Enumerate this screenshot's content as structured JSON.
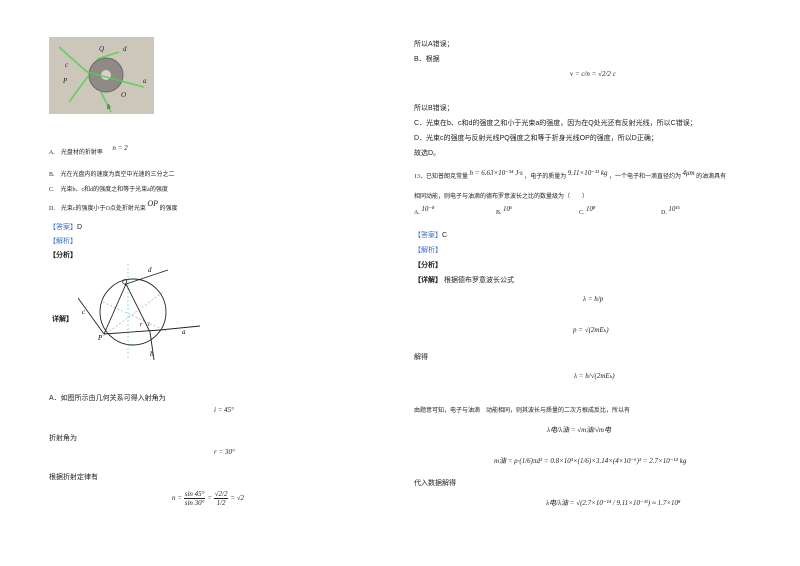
{
  "left": {
    "photo_labels": [
      "Q",
      "d",
      "c",
      "P",
      "a",
      "O",
      "b"
    ],
    "options": {
      "A": "A.　光盘材的折射率",
      "A_eq": "n = 2",
      "B": "B.　光在光盘内的速度为真空中光速的三分之二",
      "C": "C.　光束b、c和d的强度之和等于光束a的强度",
      "D": "D.　光束c的强度小于O点处折射光束",
      "D_tail": "的强度",
      "D_OP": "OP"
    },
    "answer_tag": "【答案】",
    "answer_value": "D",
    "jiexi_tag": "【解析】",
    "fenxi_tag": "【分析】",
    "xiangjie_tag": "详解】",
    "diagram_labels": [
      "d",
      "Q",
      "c",
      "r",
      "i",
      "P",
      "a",
      "b"
    ],
    "line_A": "A．如图所示由几何关系可得入射角为",
    "eq_i": "i = 45°",
    "line_zhe": "折射角为",
    "eq_r": "r = 30°",
    "line_law": "根据折射定律有",
    "eq_n_lhs": "n =",
    "eq_n_num": "sin 45°",
    "eq_n_den": "sin 30°",
    "eq_n_mid_num": "√2/2",
    "eq_n_mid_den": "1/2",
    "eq_n_rhs": "= √2"
  },
  "right": {
    "l1": "所以A错误；",
    "l2": "B．根据",
    "eq_v": "v = c/n = √2/2 c",
    "l3": "所以B错误；",
    "l4": "C．光束在b、c和d的强度之和小于光束a的强度，因为在Q处光还有反射光线，所以C错误；",
    "l5": "D．光束c的强度与反射光线PQ强度之和等于折身光线OP的强度，所以D正确；",
    "l6": "故选D。",
    "q13_a": "13．已知普朗克常量",
    "q13_h": "h = 6.63×10⁻³⁴ J·s",
    "q13_b": "，电子的质量为",
    "q13_m": "9.11×10⁻³¹ kg",
    "q13_c": "，一个电子和一滴直径约为",
    "q13_d": "4μm",
    "q13_e": "的油滴具有",
    "q13_f": "相同动能，则电子与油滴的德布罗意波长之比的数量级为（　　）",
    "choices": [
      {
        "label": "A.",
        "val": "10⁻⁸"
      },
      {
        "label": "B.",
        "val": "10⁶"
      },
      {
        "label": "C.",
        "val": "10⁸"
      },
      {
        "label": "D.",
        "val": "10¹⁶"
      }
    ],
    "answer_tag": "【答案】",
    "answer_value": "C",
    "jiexi_tag": "【解析】",
    "fenxi_tag": "【分析】",
    "xiangjie_tag": "【详解】",
    "xiangjie_text": "根据德布罗意波长公式",
    "eq_lambda": "λ = h/p",
    "eq_p": "p = √(2mEₖ)",
    "jiede": "解得",
    "eq_lambda2": "λ = h/√(2mEₖ)",
    "l_desc": "由题意可知，电子与油滴　动能相同，则其波长与质量的二次方根成反比，所以有",
    "eq_ratio": "λ电/λ油 = √m油/√m电",
    "eq_mass": "m油 = ρ·(1/6)πd³ = 0.8×10³×(1/6)×3.14×(4×10⁻⁶)³ = 2.7×10⁻¹⁴ kg",
    "l_sub": "代入数据解得",
    "eq_final": "λ电/λ油 = √(2.7×10⁻¹⁴ / 9.11×10⁻³¹) ≈ 1.7×10⁸"
  }
}
